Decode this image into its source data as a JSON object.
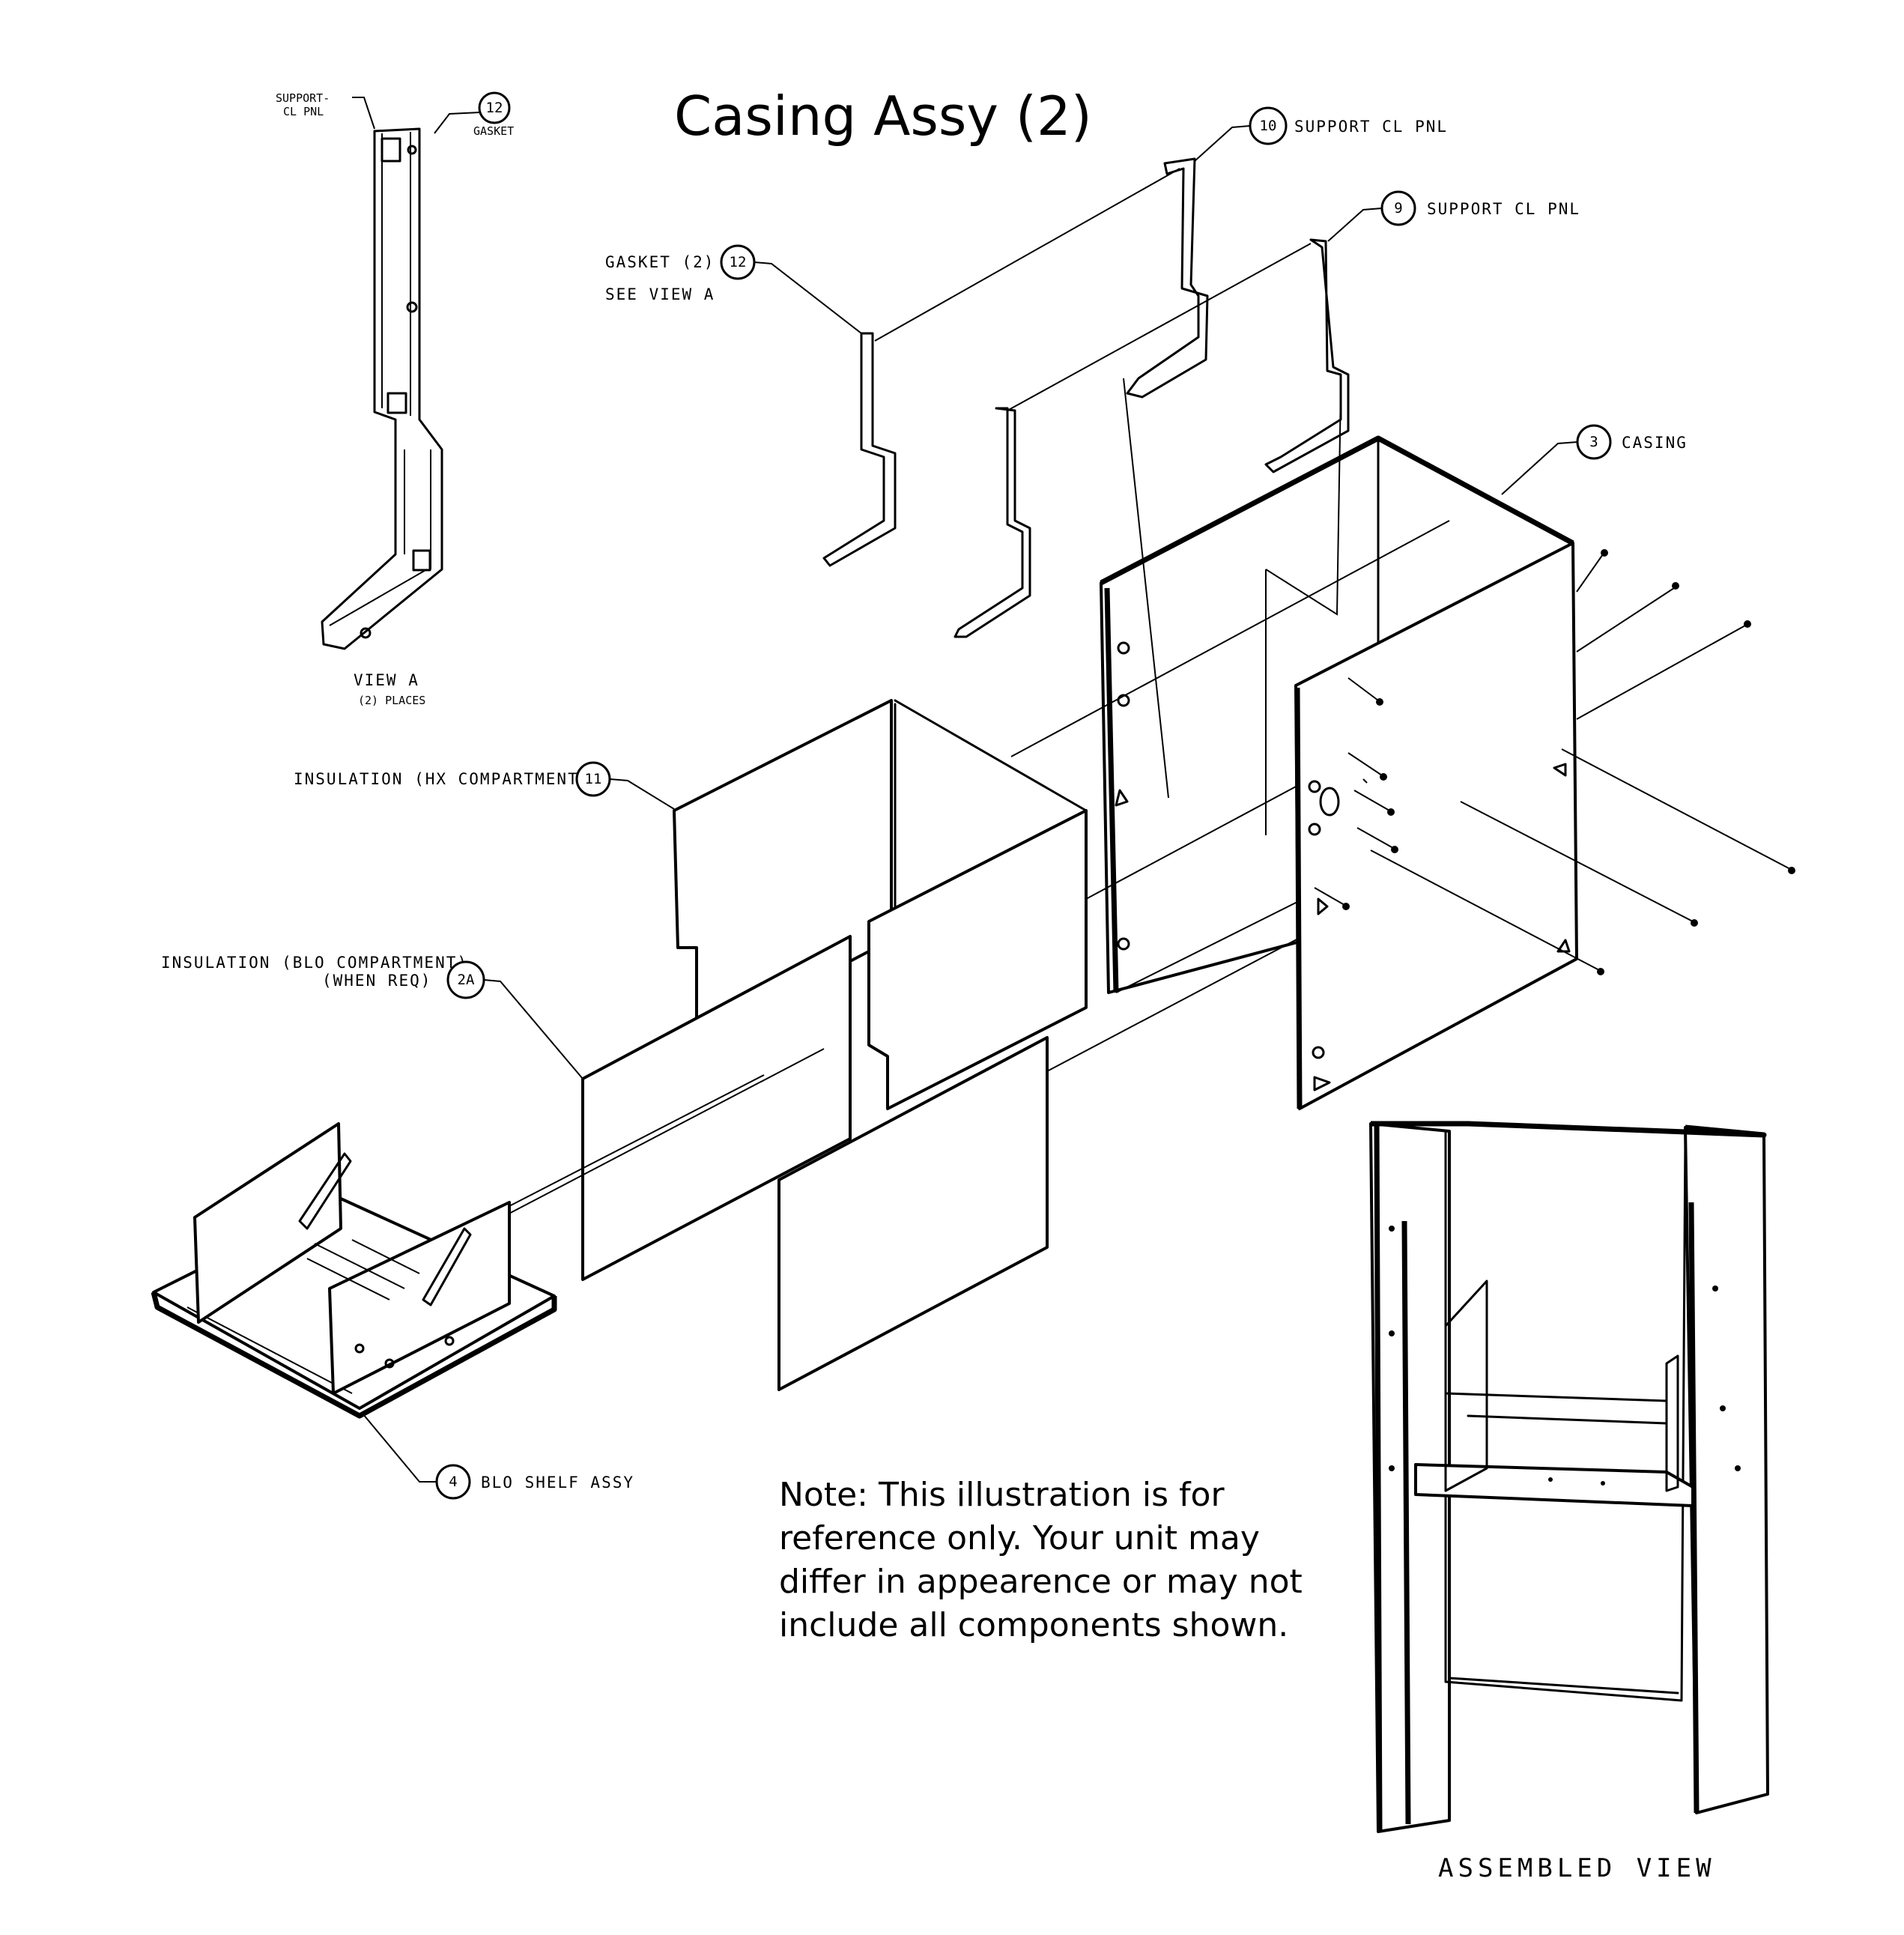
{
  "title": "Casing Assy (2)",
  "view_a": {
    "title": "VIEW A",
    "subtitle": "(2) PLACES",
    "support_label_1": "SUPPORT-",
    "support_label_2": "CL PNL",
    "gasket_label": "GASKET",
    "gasket_number": "12"
  },
  "callouts": [
    {
      "number": "12",
      "label": "GASKET (2)",
      "sub": "SEE VIEW  A"
    },
    {
      "number": "10",
      "label": "SUPPORT CL PNL"
    },
    {
      "number": "9",
      "label": "SUPPORT CL PNL"
    },
    {
      "number": "3",
      "label": "CASING"
    },
    {
      "number": "11",
      "label": "INSULATION (HX COMPARTMENT)"
    },
    {
      "number": "2A",
      "label": "INSULATION (BLO COMPARTMENT)",
      "sub": "(WHEN REQ)"
    },
    {
      "number": "4",
      "label": "BLO SHELF ASSY"
    }
  ],
  "note": [
    "Note: This illustration is for",
    "reference only. Your unit may",
    "differ in appearence or may not",
    "include all components shown."
  ],
  "assembled_view_label": "ASSEMBLED VIEW"
}
